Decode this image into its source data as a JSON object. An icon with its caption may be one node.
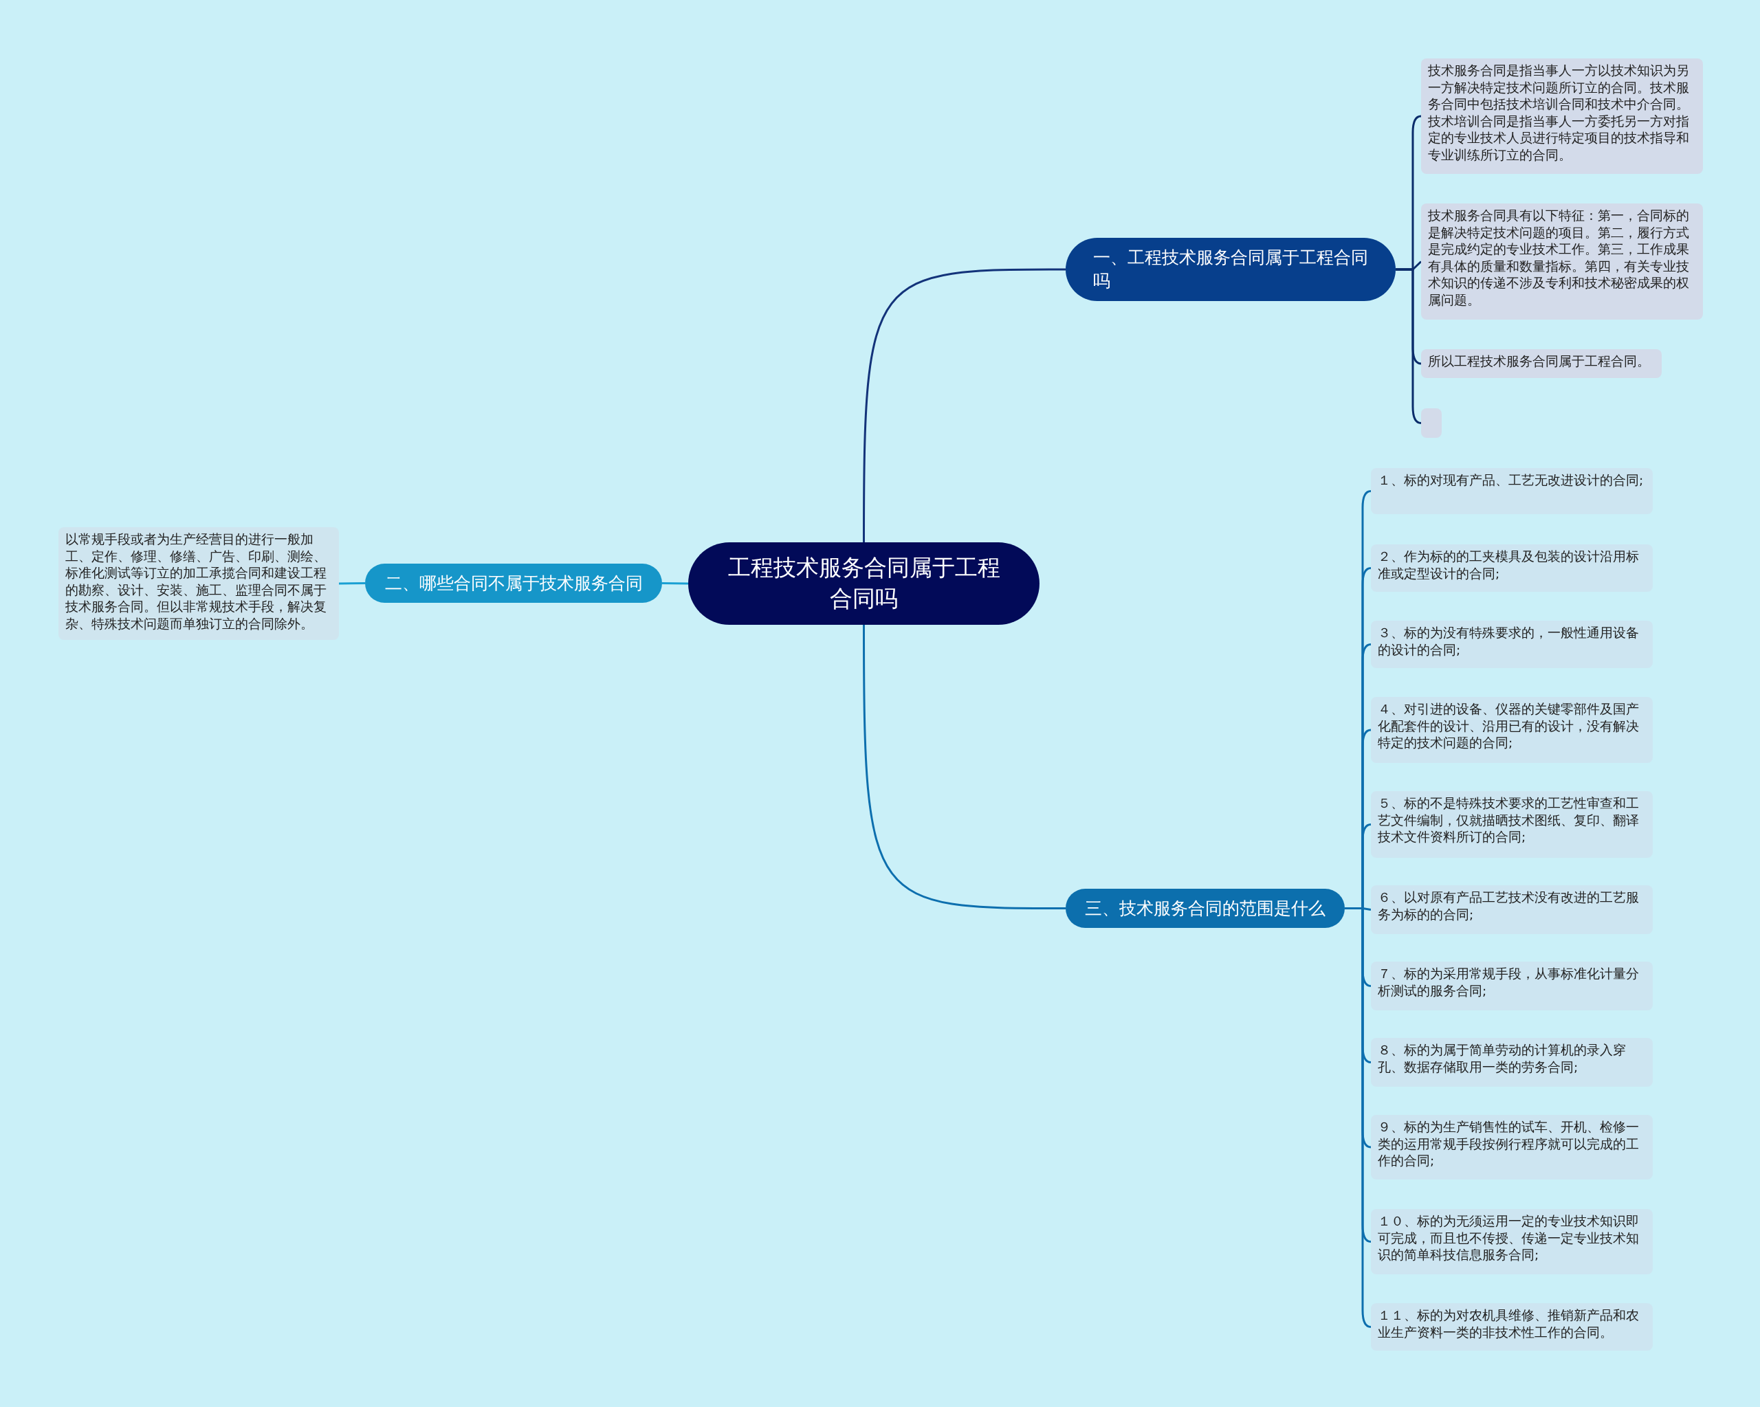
{
  "diagram": {
    "nodes": [
      {
        "text": [
          "工程技术服务合同属于工程合同吗"
        ]
      },
      {
        "text": [
          "一、工程技术服务合同属于工程合同吗"
        ]
      },
      {
        "text": [
          "技术服务合同是指当事人一方以技术知识为另一方解决特定技术问题所订立的合同。技术服务合同中包括技术培训合同和技术中介合同。技术培训合同是指当事人一方委托另一方对指定的专业技术人员进行特定项目的技术指导和专业训练所订立的合同。"
        ]
      },
      {
        "text": [
          "技术服务合同具有以下特征：第一，合同标的是解决特定技术问题的项目。第二，履行方式是完成约定的专业技术工作。第三，工作成果有具体的质量和数量指标。第四，有关专业技术知识的传递不涉及专利和技术秘密成果的权属问题。"
        ]
      },
      {
        "text": [
          "所以工程技术服务合同属于工程合同。"
        ]
      },
      {
        "text": [],
        "shape": "box"
      },
      {
        "text": [
          "二、哪些合同不属于技术服务合同"
        ]
      },
      {
        "text": [
          "以常规手段或者为生产经营目的进行一般加工、定作、修理、修缮、广告、印刷、测绘、标准化测试等订立的加工承揽合同和建设工程的勘察、设计、安装、施工、监理合同不属于技术服务合同。但以非常规技术手段，解决复杂、特殊技术问题而单独订立的合同除外。"
        ]
      },
      {
        "text": [
          "三、技术服务合同的范围是什么"
        ]
      },
      {
        "text": [
          "１、标的对现有产品、工艺无改进设计的合同;"
        ]
      },
      {
        "text": [
          "２、作为标的的工夹模具及包装的设计沿用标准或定型设计的合同;"
        ]
      },
      {
        "text": [
          "３、标的为没有特殊要求的，一般性通用设备的设计的合同;"
        ]
      },
      {
        "text": [
          "４、对引进的设备、仪器的关键零部件及国产化配套件的设计、沿用已有的设计，没有解决特定的技术问题的合同;"
        ]
      },
      {
        "text": [
          "５、标的不是特殊技术要求的工艺性审查和工艺文件编制，仅就描晒技术图纸、复印、翻译技术文件资料所订的合同;"
        ]
      },
      {
        "text": [
          "６、以对原有产品工艺技术没有改进的工艺服务为标的的合同;"
        ]
      },
      {
        "text": [
          "７、标的为采用常规手段，从事标准化计量分析测试的服务合同;"
        ]
      },
      {
        "text": [
          "８、标的为属于简单劳动的计算机的录入穿孔、数据存储取用一类的劳务合同;"
        ]
      },
      {
        "text": [
          "９、标的为生产销售性的试车、开机、检修一类的运用常规手段按例行程序就可以完成的工作的合同;"
        ]
      },
      {
        "text": [
          "１０、标的为无须运用一定的专业技术知识即可完成，而且也不传授、传递一定专业技术知识的简单科技信息服务合同;"
        ]
      },
      {
        "text": [
          "１１、标的为对农机具维修、推销新产品和农业生产资料一类的非技术性工作的合同。"
        ]
      }
    ],
    "edges": [
      {
        "from": 0,
        "to": 1,
        "arrow": "none",
        "color": "#13337a"
      },
      {
        "from": 1,
        "to": 2,
        "arrow": "none",
        "color": "#0b2d6b"
      },
      {
        "from": 1,
        "to": 3,
        "arrow": "none",
        "color": "#0b2d6b"
      },
      {
        "from": 1,
        "to": 4,
        "arrow": "none",
        "color": "#0b2d6b"
      },
      {
        "from": 1,
        "to": 5,
        "arrow": "none",
        "color": "#0b2d6b"
      },
      {
        "from": 0,
        "to": 6,
        "arrow": "none",
        "color": "#1aa0d3"
      },
      {
        "from": 6,
        "to": 7,
        "arrow": "none",
        "color": "#1aa0d3"
      },
      {
        "from": 0,
        "to": 8,
        "arrow": "none"
      },
      {
        "from": 8,
        "to": 9,
        "arrow": "none"
      },
      {
        "from": 8,
        "to": 10,
        "arrow": "none"
      },
      {
        "from": 8,
        "to": 11,
        "arrow": "none"
      },
      {
        "from": 8,
        "to": 12,
        "arrow": "none"
      },
      {
        "from": 8,
        "to": 13,
        "arrow": "none"
      },
      {
        "from": 8,
        "to": 14,
        "arrow": "none"
      },
      {
        "from": 8,
        "to": 15,
        "arrow": "none"
      },
      {
        "from": 8,
        "to": 16,
        "arrow": "none"
      },
      {
        "from": 8,
        "to": 17,
        "arrow": "none"
      },
      {
        "from": 8,
        "to": 18,
        "arrow": "none"
      },
      {
        "from": 8,
        "to": 19,
        "arrow": "none"
      }
    ]
  }
}
